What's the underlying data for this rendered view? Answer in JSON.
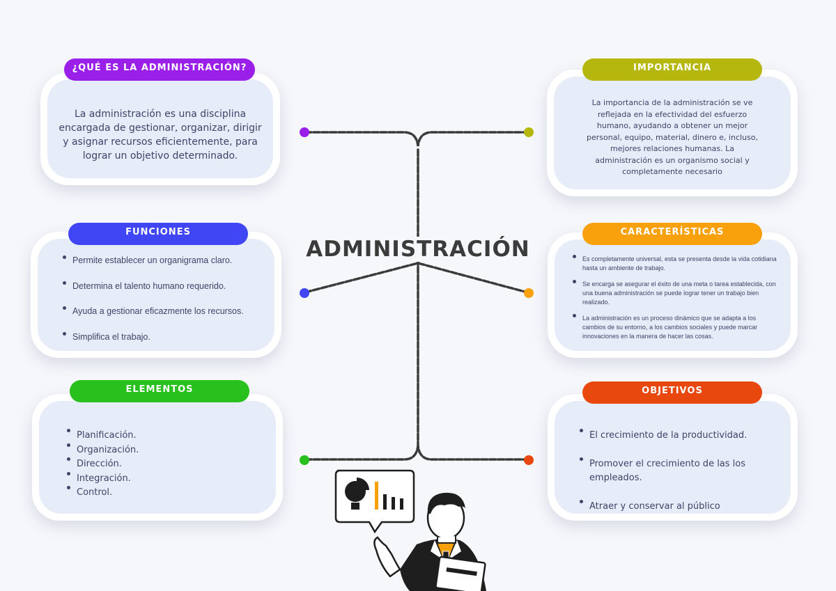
{
  "title": "ADMINISTRACIÓN",
  "colors": {
    "que_es": "#9a1fe8",
    "importancia": "#b5b70e",
    "funciones": "#4046f4",
    "caracteristicas": "#f8a10d",
    "elementos": "#27c01c",
    "objetivos": "#e8470e"
  },
  "que_es": {
    "label": "¿QUÉ ES LA ADMINISTRACIÓN?",
    "text": "La administración es una disciplina encargada de gestionar, organizar, dirigir y asignar recursos eficientemente, para lograr un objetivo determinado."
  },
  "importancia": {
    "label": "IMPORTANCIA",
    "text": "La importancia de la administración se ve reflejada en la efectividad del esfuerzo humano, ayudando a obtener un mejor personal, equipo, material, dinero e, incluso, mejores relaciones humanas. La administración es un organismo social y completamente necesario"
  },
  "funciones": {
    "label": "FUNCIONES",
    "items": [
      "Permite establecer un organigrama claro.",
      "Determina el talento humano requerido.",
      "Ayuda a gestionar eficazmente los recursos.",
      "Simplifica el trabajo."
    ]
  },
  "caracteristicas": {
    "label": "CARACTERÍSTICAS",
    "items": [
      "Es completamente universal, esta se presenta desde la vida cotidiana hasta un ambiente de trabajo.",
      "Se encarga se asegurar el éxito de una meta o tarea establecida, con una buena administración se puede lograr tener un trabajo bien realizado.",
      "La administración es un proceso dinámico que se adapta a los cambios de su entorno, a los cambios sociales y puede marcar innovaciones en la manera de hacer las cosas."
    ]
  },
  "elementos": {
    "label": "ELEMENTOS",
    "items": [
      "Planificación.",
      "Organización.",
      "Dirección.",
      "Integración.",
      "Control."
    ]
  },
  "objetivos": {
    "label": "OBJETIVOS",
    "items": [
      "El crecimiento de la productividad.",
      "Promover el crecimiento de las los empleados.",
      "Atraer y conservar al público"
    ]
  },
  "icons": {
    "pie": "pie-chart-icon",
    "bars": "bar-chart-icon",
    "person": "businessman-illustration"
  }
}
